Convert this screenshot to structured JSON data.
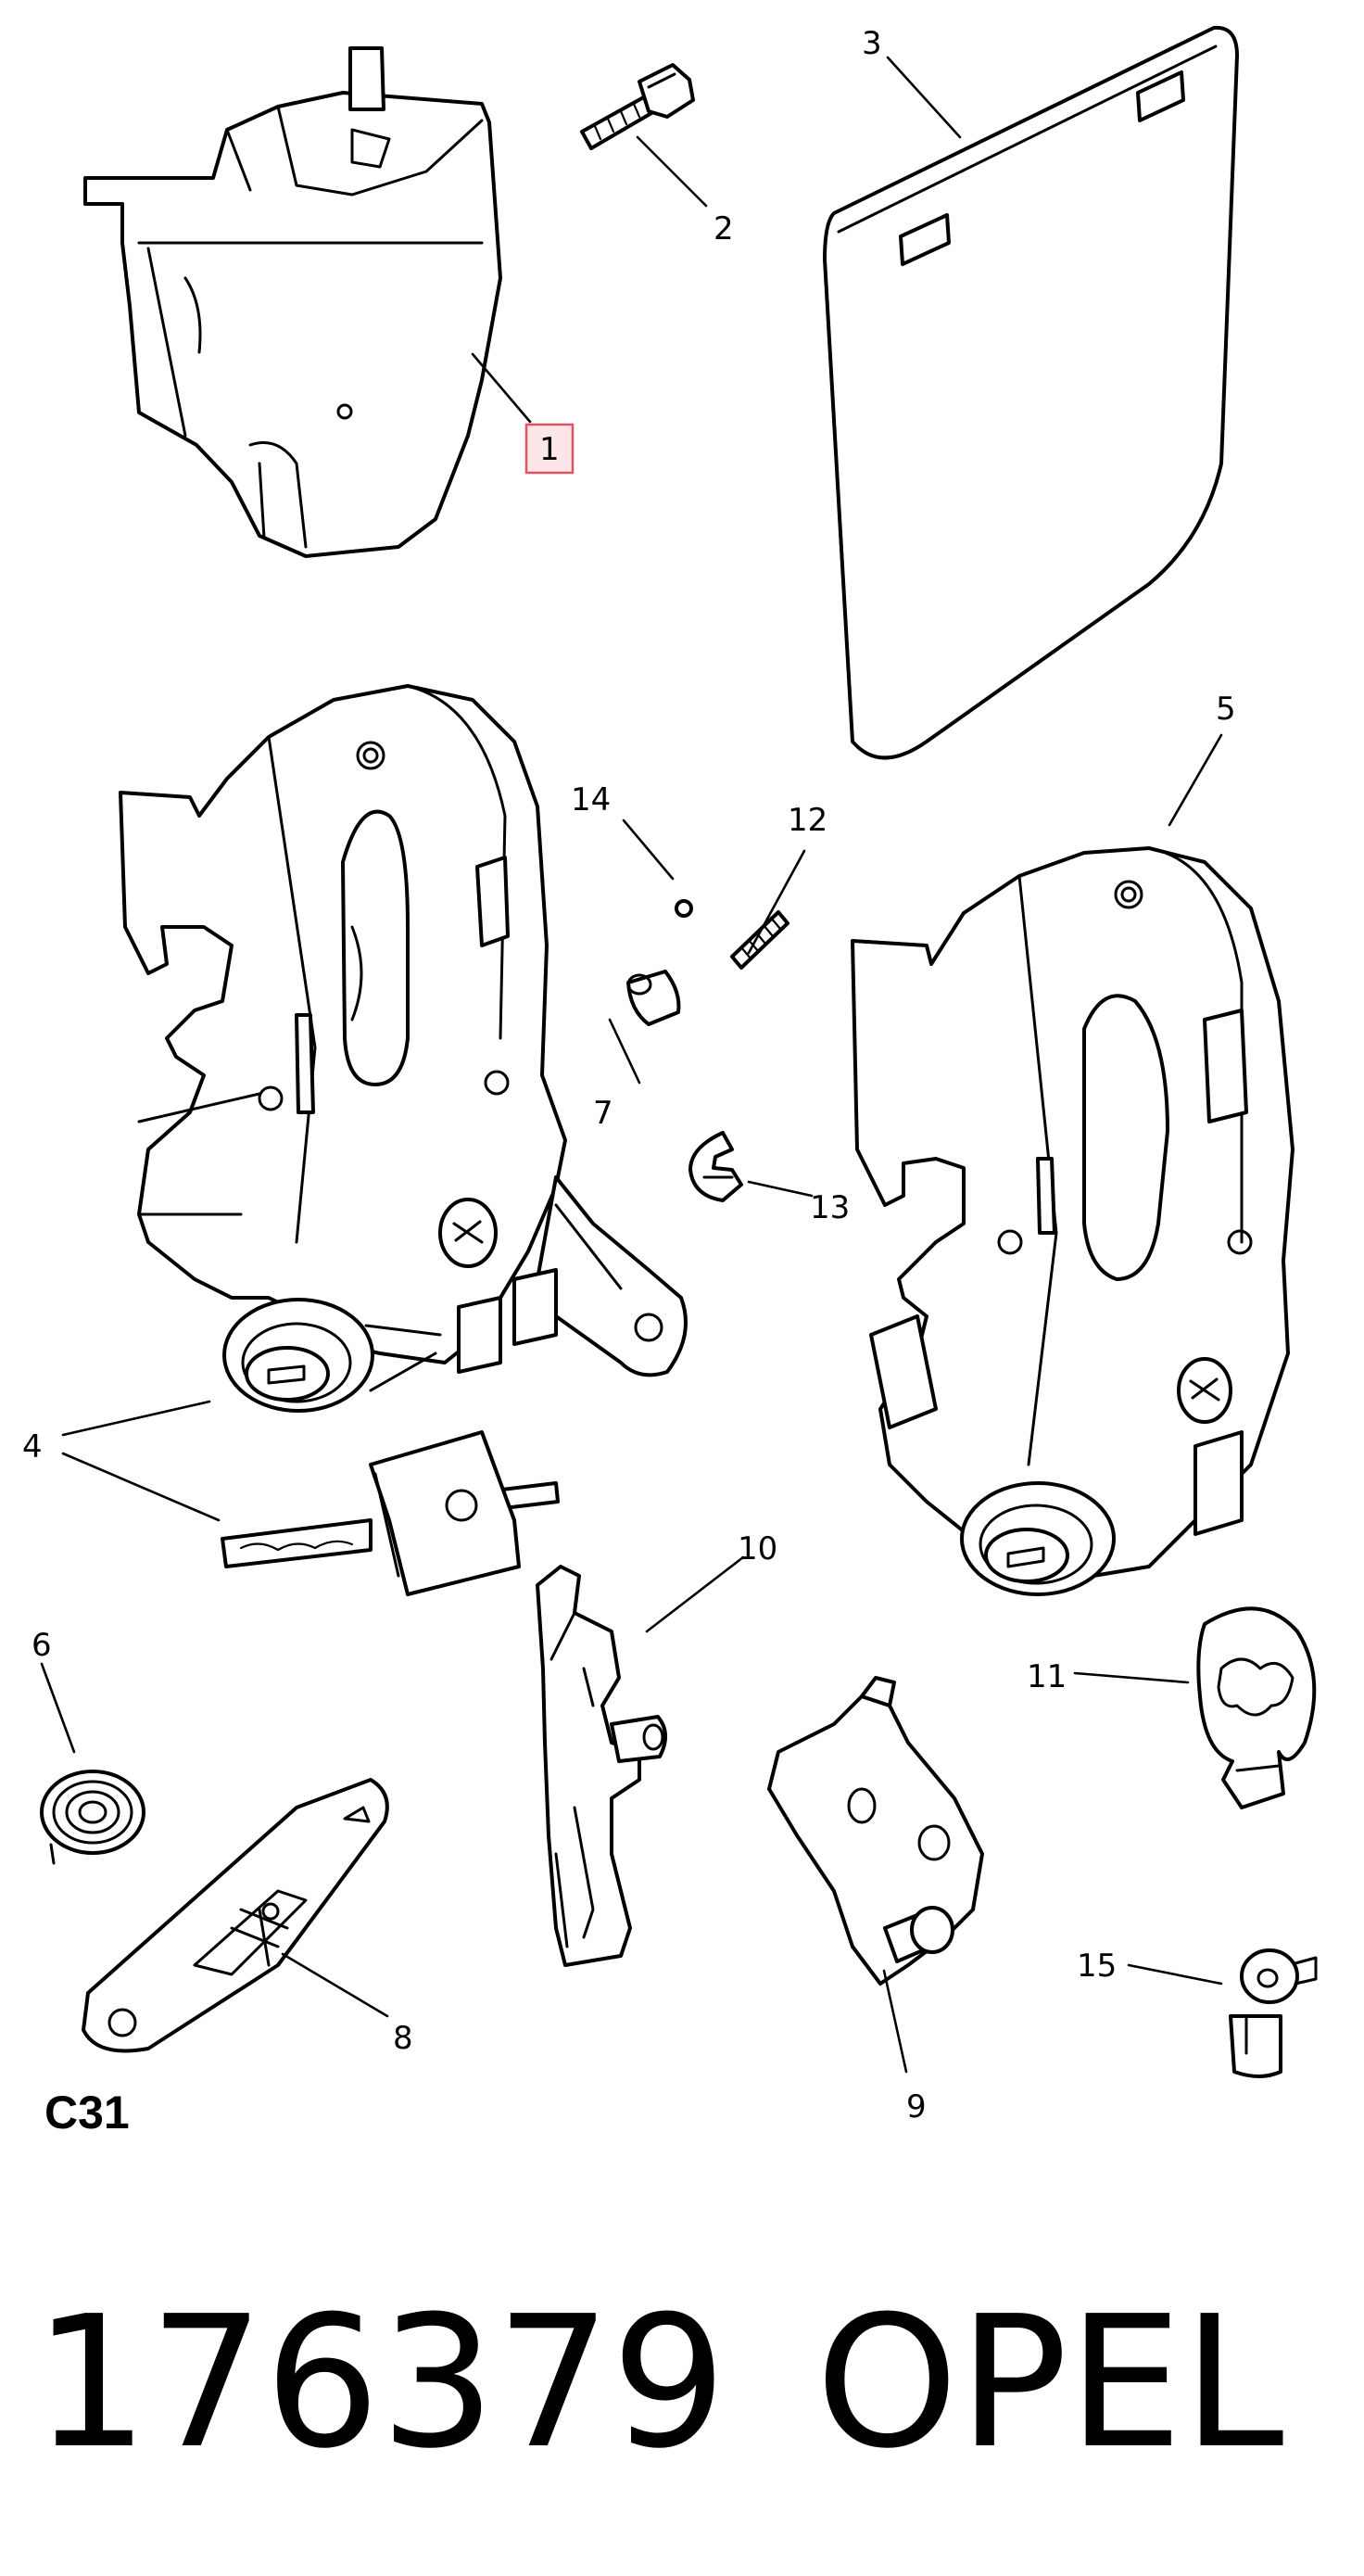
{
  "callouts": {
    "c1": "1",
    "c2": "2",
    "c3": "3",
    "c4": "4",
    "c5": "5",
    "c6": "6",
    "c7": "7",
    "c8": "8",
    "c9": "9",
    "c10": "10",
    "c11": "11",
    "c12": "12",
    "c13": "13",
    "c14": "14",
    "c15": "15"
  },
  "diagram_code": "C31",
  "footer": {
    "part_number": "176379",
    "brand": "OPEL"
  },
  "colors": {
    "ink": "#000000",
    "paper": "#ffffff",
    "highlight_fill": "#fde6e8",
    "highlight_stroke": "#e0525e"
  }
}
